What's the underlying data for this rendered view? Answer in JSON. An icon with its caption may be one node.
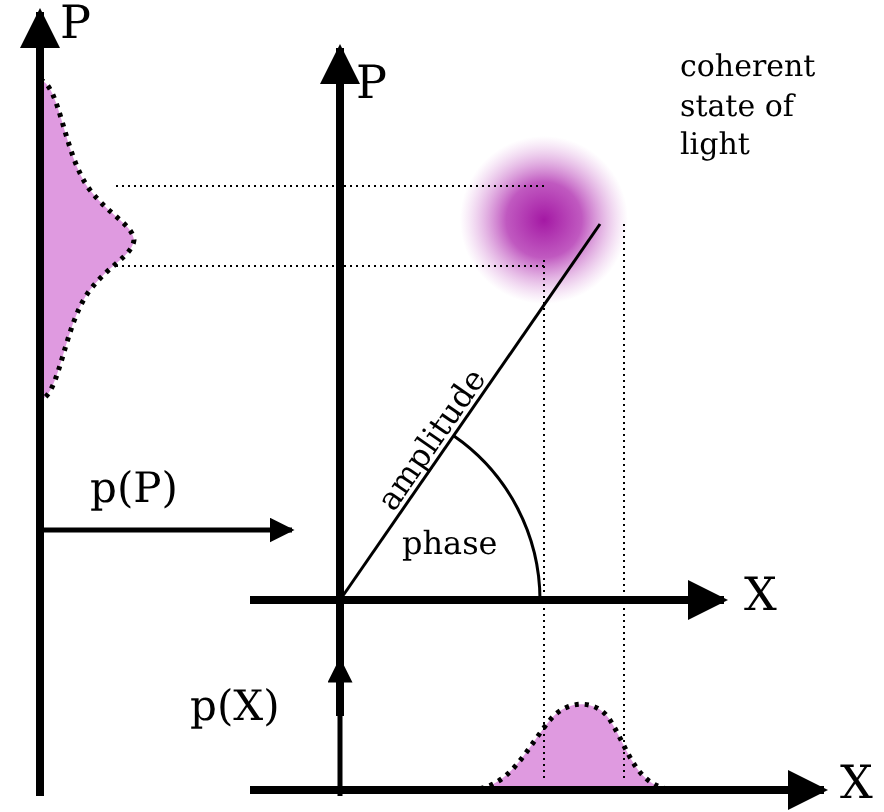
{
  "diagram": {
    "labels": [
      "P",
      "P",
      "coherent state of light",
      "amplitude",
      "p(P)",
      "phase",
      "X",
      "p(X)",
      "X"
    ]
  }
}
